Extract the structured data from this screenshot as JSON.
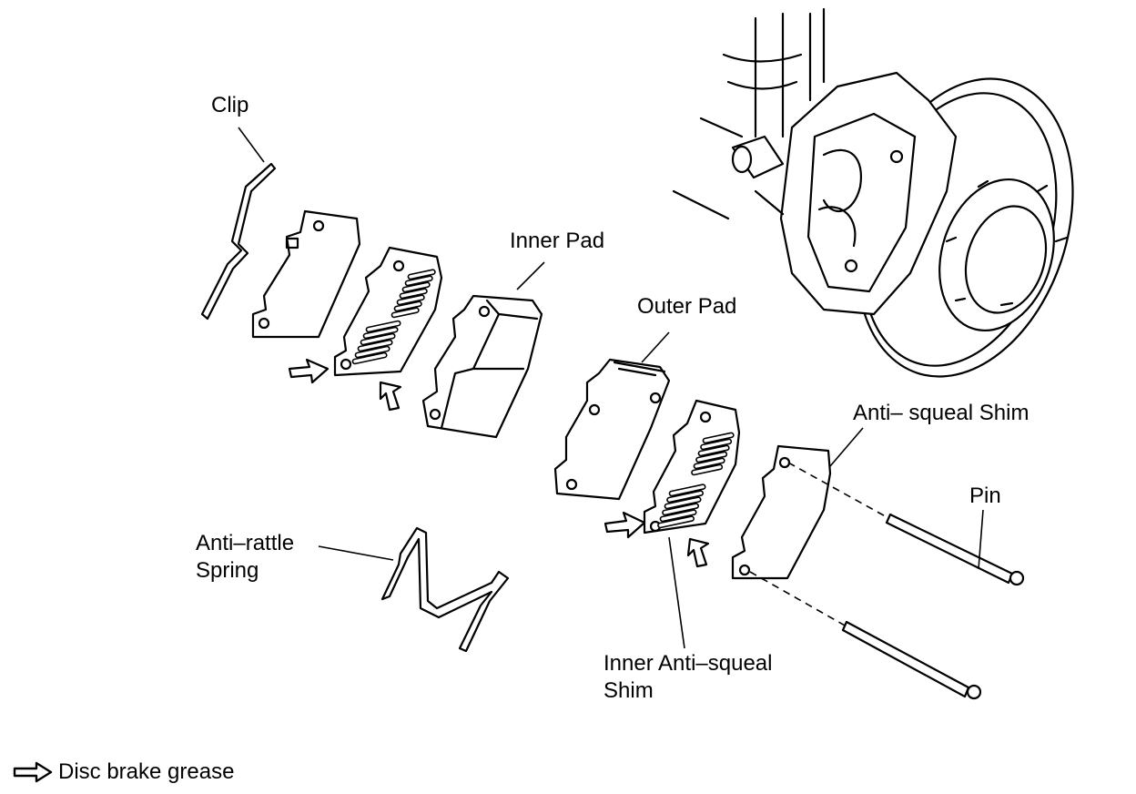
{
  "labels": {
    "clip": "Clip",
    "inner_pad": "Inner Pad",
    "outer_pad": "Outer Pad",
    "anti_squeal_shim": "Anti– squeal Shim",
    "pin": "Pin",
    "anti_rattle_line1": "Anti–rattle",
    "anti_rattle_line2": "Spring",
    "inner_shim_line1": "Inner Anti–squeal",
    "inner_shim_line2": "Shim"
  },
  "legend": {
    "text": "Disc brake grease",
    "icon": "grease-arrow-icon"
  }
}
